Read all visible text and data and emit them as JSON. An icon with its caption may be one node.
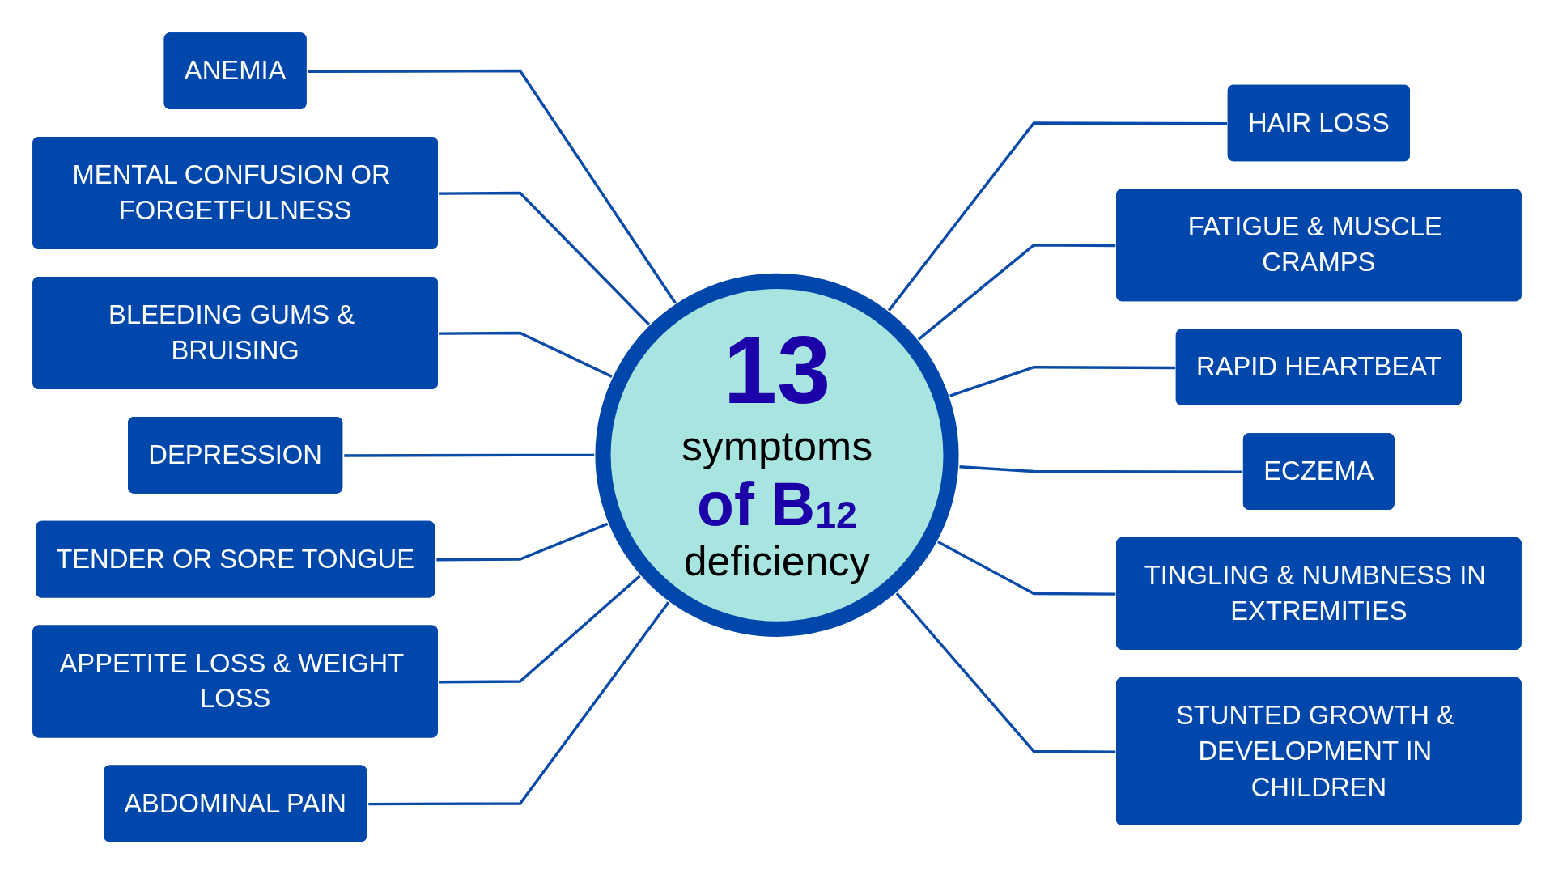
{
  "diagram": {
    "nodes": [
      {
        "text": [
          "**13** symptoms **of B$_{12}$** deficiency"
        ]
      },
      {
        "text": [
          "ANEMIA"
        ]
      },
      {
        "text": [
          "HAIR LOSS"
        ]
      },
      {
        "text": [
          "MENTAL CONFUSION OR FORGETFULNESS"
        ]
      },
      {
        "text": [
          "FATIGUE & MUSCLE CRAMPS"
        ]
      },
      {
        "text": [
          "BLEEDING GUMS & BRUISING"
        ]
      },
      {
        "text": [
          "RAPID HEARTBEAT"
        ]
      },
      {
        "text": [
          "DEPRESSION"
        ]
      },
      {
        "text": [
          "ECZEMA"
        ]
      },
      {
        "text": [
          "TENDER OR SORE TONGUE"
        ]
      },
      {
        "text": [
          "TINGLING & NUMBNESS IN EXTREMITIES"
        ]
      },
      {
        "text": [
          "APPETITE LOSS & WEIGHT LOSS"
        ]
      },
      {
        "text": [
          "STUNTED GROWTH & DEVELOPMENT IN CHILDREN"
        ]
      },
      {
        "text": [
          "ABDOMINAL PAIN"
        ]
      }
    ],
    "edges": [
      {
        "from": 1,
        "to": 0,
        "arrow": "none"
      },
      {
        "from": 0,
        "to": 2,
        "arrow": "none"
      },
      {
        "from": 3,
        "to": 0,
        "arrow": "none"
      },
      {
        "from": 0,
        "to": 4,
        "arrow": "none"
      },
      {
        "from": 5,
        "to": 0,
        "arrow": "none"
      },
      {
        "from": 0,
        "to": 6,
        "arrow": "none"
      },
      {
        "from": 7,
        "to": 0,
        "arrow": "none"
      },
      {
        "from": 0,
        "to": 8,
        "arrow": "none"
      },
      {
        "from": 9,
        "to": 0,
        "arrow": "none"
      },
      {
        "from": 0,
        "to": 10,
        "arrow": "none"
      },
      {
        "from": 11,
        "to": 0,
        "arrow": "none"
      },
      {
        "from": 0,
        "to": 12,
        "arrow": "none"
      },
      {
        "from": 13,
        "to": 0,
        "arrow": "none"
      }
    ]
  }
}
